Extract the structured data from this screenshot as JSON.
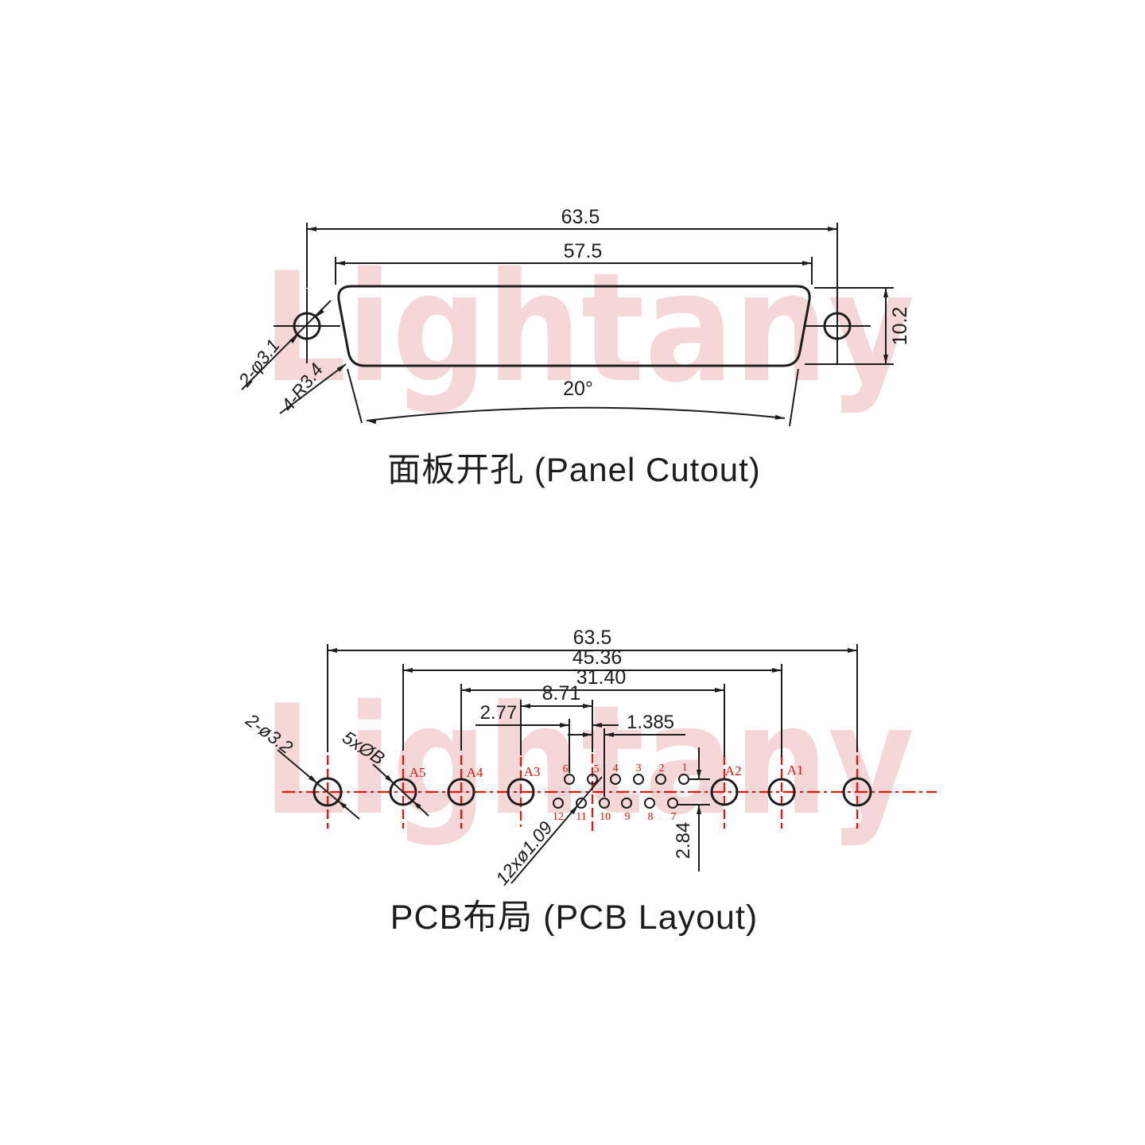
{
  "watermark": {
    "text": "Lightany",
    "color": "#f6d7d7"
  },
  "colors": {
    "line": "#1d1d1b",
    "red": "#e3170d",
    "background": "#ffffff"
  },
  "panel_cutout": {
    "title": "面板开孔 (Panel Cutout)",
    "dim_outer_width": "63.5",
    "dim_inner_width": "57.5",
    "dim_height": "10.2",
    "dim_angle": "20°",
    "label_mount_holes": "2-φ3.1",
    "label_corner_radius": "4-R3.4"
  },
  "pcb_layout": {
    "title": "PCB布局 (PCB Layout)",
    "dim_total_width": "63.5",
    "dim_a5_a1": "45.36",
    "dim_a4_a2": "31.40",
    "dim_a3_center": "8.71",
    "dim_pin_pitch": "2.77",
    "dim_row_offset": "1.385",
    "dim_row_spacing": "2.84",
    "label_mount_holes": "2-ø3.2",
    "label_coax_holes": "5xØB",
    "label_signal_holes": "12xø1.09",
    "coax_labels": [
      "A5",
      "A4",
      "A3",
      "A2",
      "A1"
    ],
    "pin_labels_top": [
      "6",
      "5",
      "4",
      "3",
      "2",
      "1"
    ],
    "pin_labels_bottom": [
      "12",
      "11",
      "10",
      "9",
      "8",
      "7"
    ]
  }
}
